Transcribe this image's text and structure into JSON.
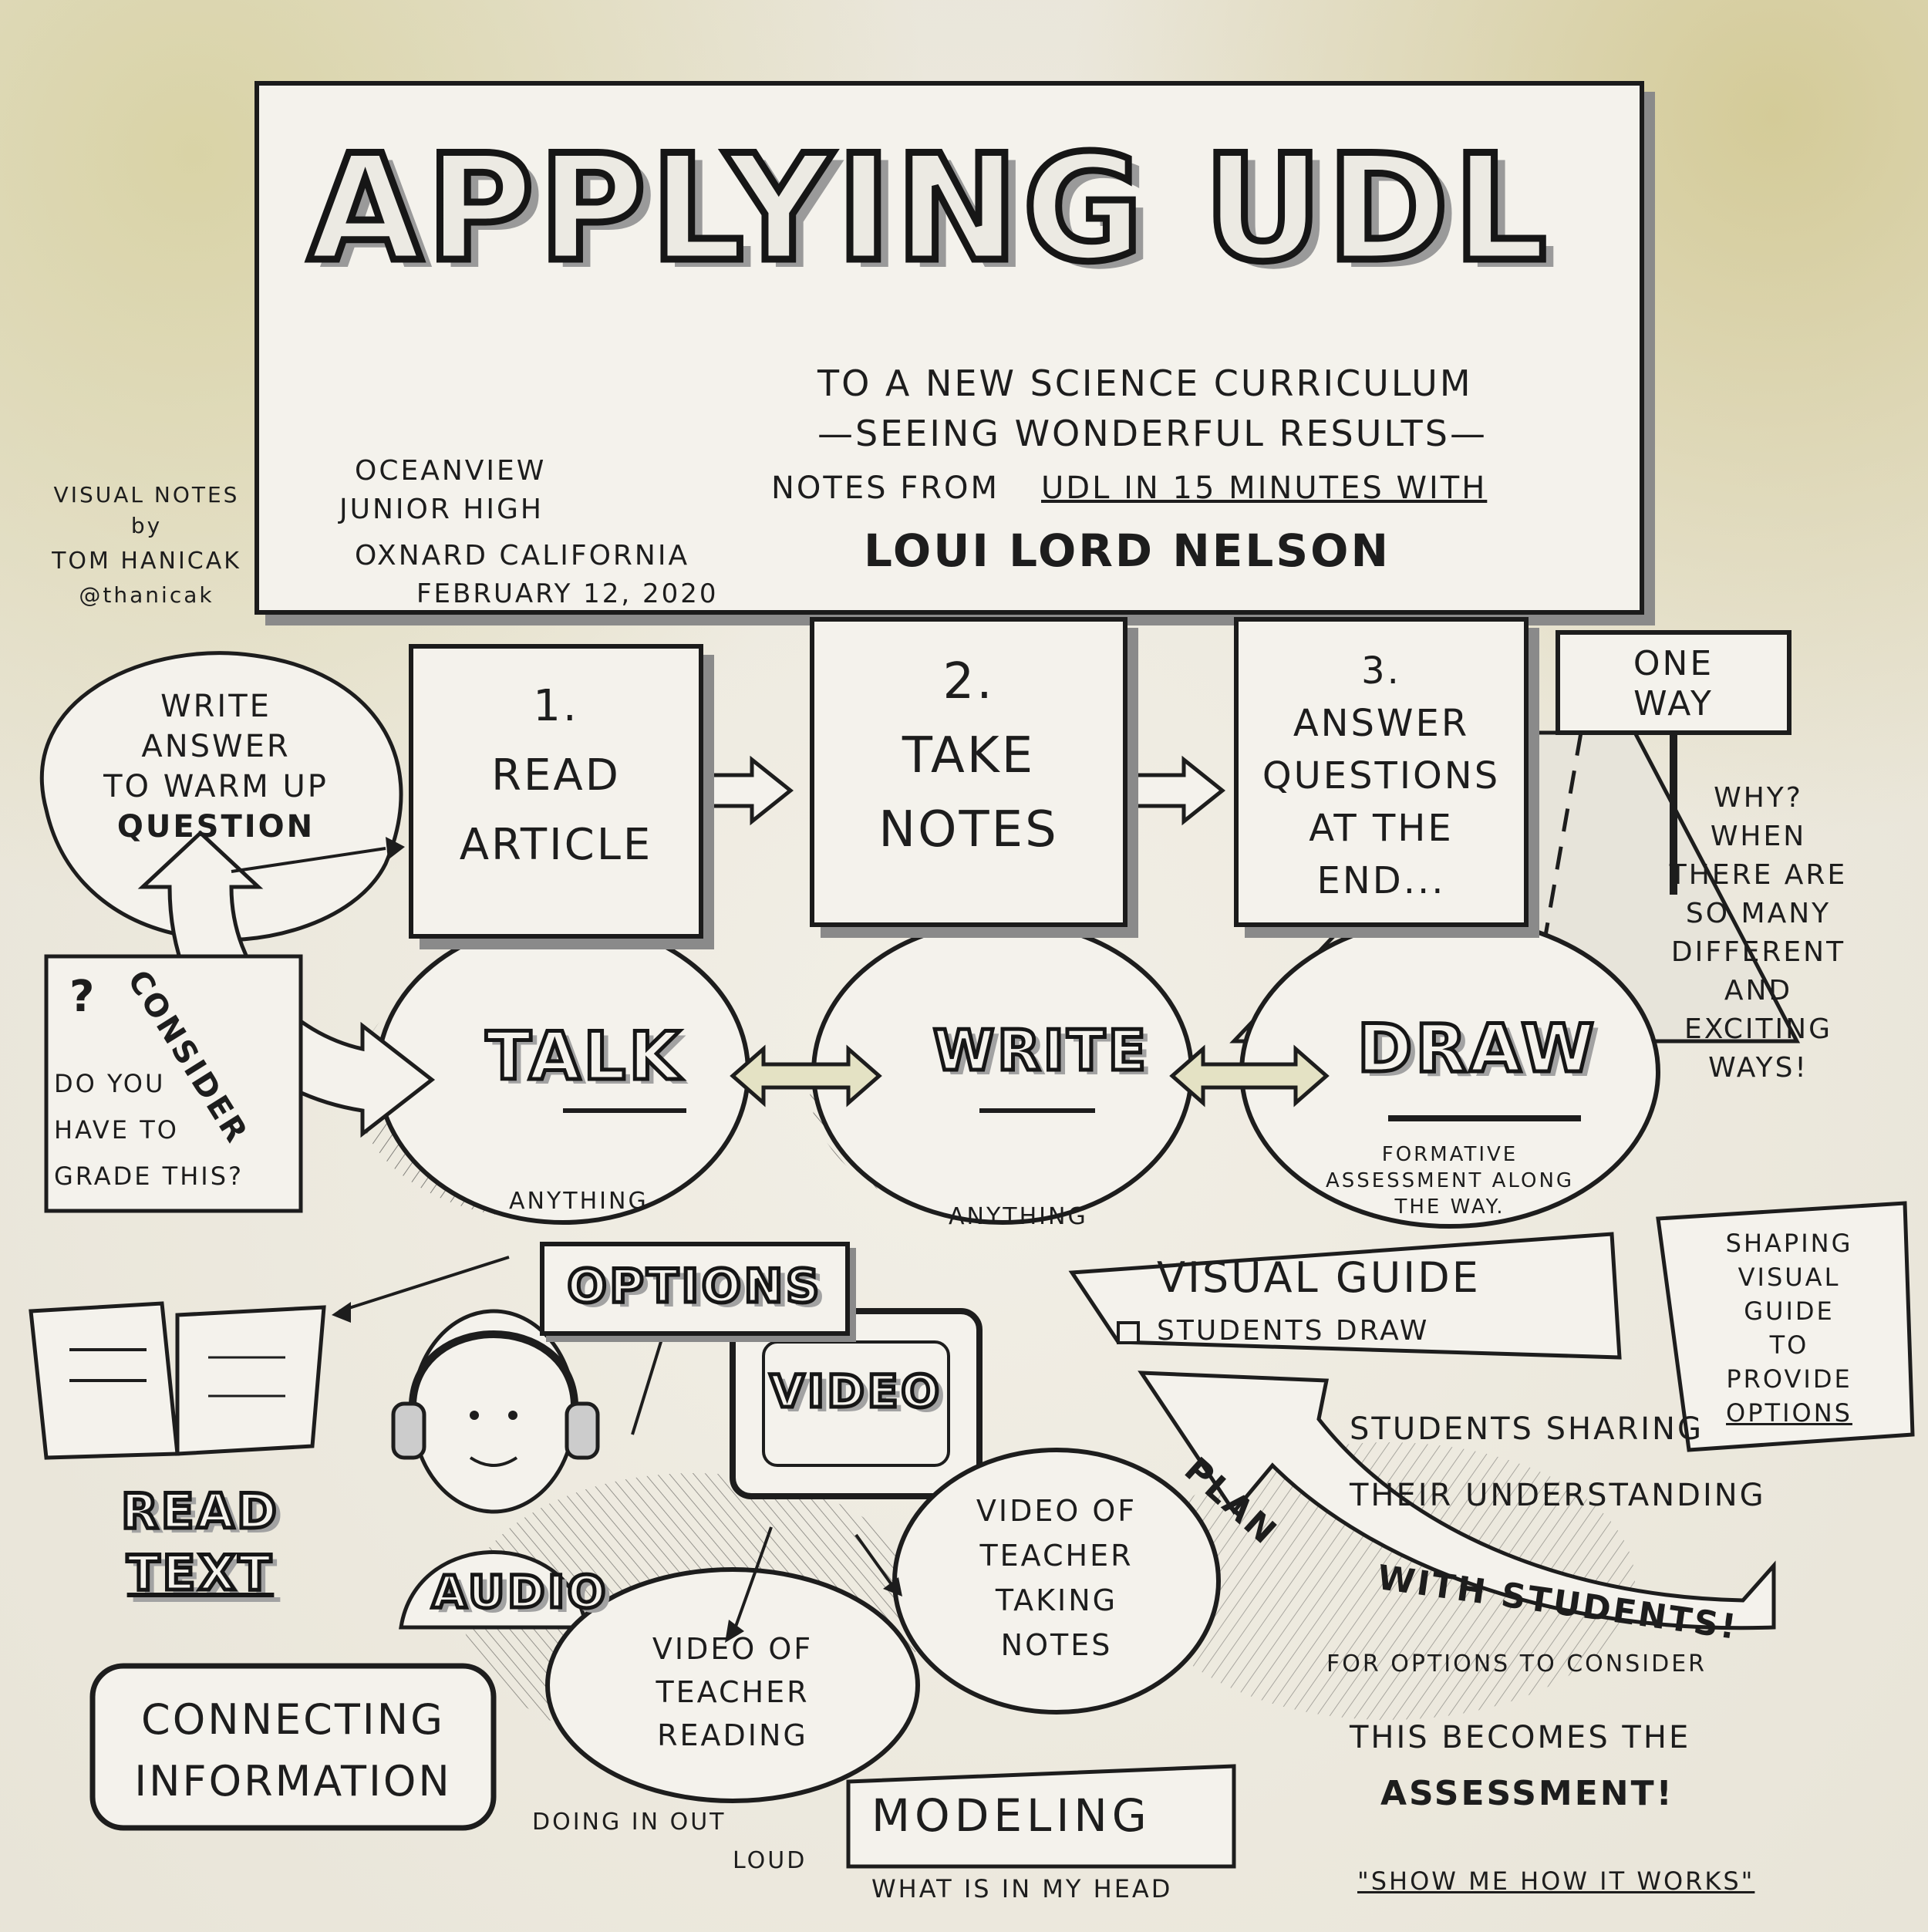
{
  "title": {
    "main": "APPLYING UDL",
    "line1": "TO A NEW SCIENCE CURRICULUM",
    "line2": "—SEEING WONDERFUL RESULTS—",
    "line3_prefix": "NOTES FROM",
    "line3_source": "UDL IN 15 MINUTES WITH",
    "presenter": "LOUI LORD NELSON"
  },
  "location": {
    "school1": "OCEANVIEW",
    "school2": "JUNIOR HIGH",
    "city": "OXNARD CALIFORNIA",
    "date": "FEBRUARY 12, 2020"
  },
  "credit": {
    "line1": "VISUAL NOTES",
    "line2": "by",
    "line3": "TOM HANICAK",
    "line4": "@thanicak"
  },
  "warmup": {
    "l1": "WRITE",
    "l2": "ANSWER",
    "l3": "TO WARM UP",
    "l4": "QUESTION"
  },
  "steps": [
    {
      "num": "1.",
      "l1": "READ",
      "l2": "ARTICLE",
      "l3": ""
    },
    {
      "num": "2.",
      "l1": "TAKE",
      "l2": "NOTES",
      "l3": ""
    },
    {
      "num": "3.",
      "l1": "ANSWER",
      "l2": "QUESTIONS",
      "l3": "AT THE",
      "l4": "END..."
    }
  ],
  "sign": {
    "l1": "ONE",
    "l2": "WAY"
  },
  "why": {
    "l1": "WHY?",
    "l2": "WHEN",
    "l3": "THERE ARE",
    "l4": "SO MANY",
    "l5": "DIFFERENT",
    "l6": "AND",
    "l7": "EXCITING",
    "l8": "WAYS!"
  },
  "consider": {
    "arrow": "CONSIDER",
    "q": "?",
    "l1": "DO YOU",
    "l2": "HAVE TO",
    "l3": "GRADE THIS?"
  },
  "modes": {
    "talk": "TALK",
    "write": "WRITE",
    "draw": "DRAW",
    "talk_note": "ANYTHING",
    "write_note": "ANYTHING",
    "draw_note1": "FORMATIVE",
    "draw_note2": "ASSESSMENT ALONG",
    "draw_note3": "THE WAY."
  },
  "options": "OPTIONS",
  "read_text": {
    "l1": "READ",
    "l2": "TEXT"
  },
  "video": "VIDEO",
  "audio": "AUDIO",
  "visual_guide": {
    "title": "VISUAL GUIDE",
    "sub": "STUDENTS DRAW"
  },
  "shaping": {
    "l1": "SHAPING",
    "l2": "VISUAL",
    "l3": "GUIDE",
    "l4": "TO",
    "l5": "PROVIDE",
    "l6": "OPTIONS"
  },
  "sharing": {
    "l1": "STUDENTS SHARING",
    "l2": "THEIR UNDERSTANDING"
  },
  "plan": {
    "arrow1": "PLAN",
    "arrow2": "WITH STUDENTS!",
    "l1": "FOR OPTIONS TO CONSIDER",
    "l2": "THIS BECOMES THE",
    "l3": "ASSESSMENT!"
  },
  "show_me": "\"SHOW ME HOW IT WORKS\"",
  "connecting": {
    "l1": "CONNECTING",
    "l2": "INFORMATION"
  },
  "video_reading": {
    "l1": "VIDEO OF",
    "l2": "TEACHER",
    "l3": "READING"
  },
  "video_notes": {
    "l1": "VIDEO OF",
    "l2": "TEACHER",
    "l3": "TAKING",
    "l4": "NOTES"
  },
  "modeling": "MODELING",
  "doing": {
    "l1": "DOING IN OUT",
    "l2": "LOUD"
  },
  "head": "WHAT IS IN MY HEAD",
  "colors": {
    "ink": "#1d1d1d",
    "paper": "#f4f2ec",
    "wash": "#d9d3a6",
    "shadow": "#8a8a8a",
    "arrow_fill": "#e4e2c4"
  }
}
